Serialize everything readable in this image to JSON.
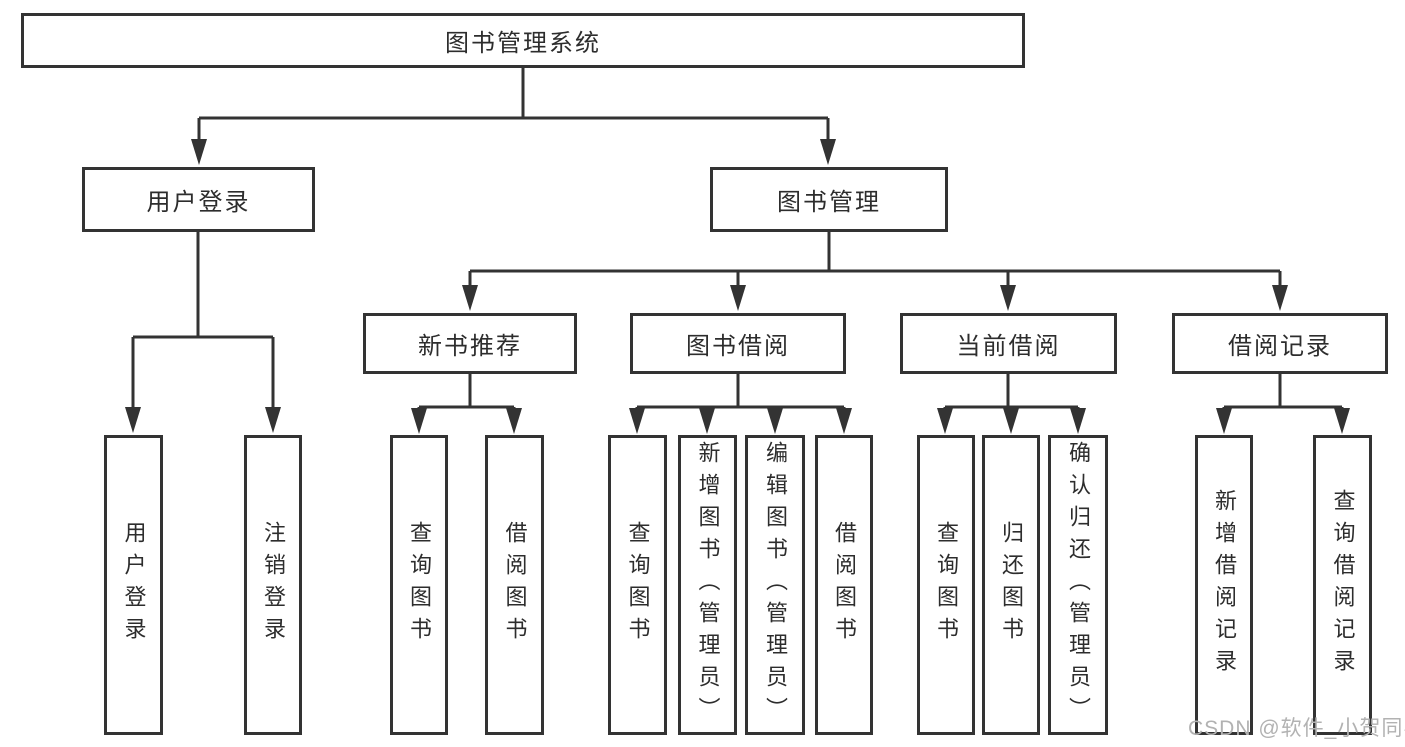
{
  "colors": {
    "line": "#333333",
    "text": "#2d2d2d",
    "watermark": "#b2b2b2",
    "background": "#ffffff"
  },
  "tree": {
    "root": {
      "label": "图书管理系统"
    },
    "branches": [
      {
        "label": "用户登录",
        "children": [
          {
            "label": "用户登录"
          },
          {
            "label": "注销登录"
          }
        ]
      },
      {
        "label": "图书管理",
        "children": [
          {
            "label": "新书推荐",
            "children": [
              {
                "label": "查询图书"
              },
              {
                "label": "借阅图书"
              }
            ]
          },
          {
            "label": "图书借阅",
            "children": [
              {
                "label": "查询图书"
              },
              {
                "label": "新增图书（管理员）"
              },
              {
                "label": "编辑图书（管理员）"
              },
              {
                "label": "借阅图书"
              }
            ]
          },
          {
            "label": "当前借阅",
            "children": [
              {
                "label": "查询图书"
              },
              {
                "label": "归还图书"
              },
              {
                "label": "确认归还（管理员）"
              }
            ]
          },
          {
            "label": "借阅记录",
            "children": [
              {
                "label": "新增借阅记录"
              },
              {
                "label": "查询借阅记录"
              }
            ]
          }
        ]
      }
    ]
  },
  "watermark": {
    "text": "CSDN @软件_小贺同学"
  }
}
